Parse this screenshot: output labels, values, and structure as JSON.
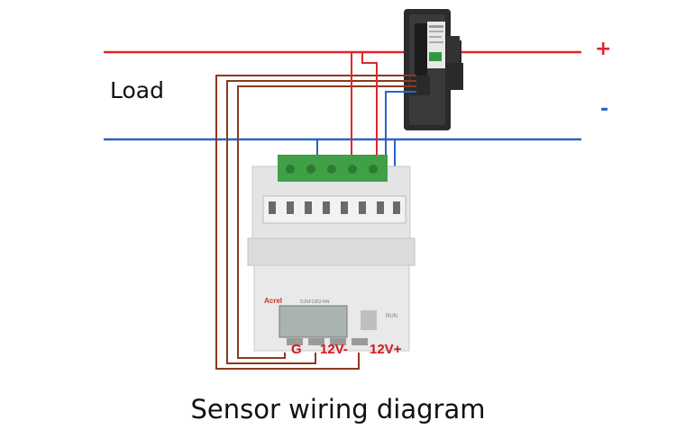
{
  "labels": {
    "load": "Load",
    "plus": "+",
    "minus": "-",
    "ground": "G",
    "v12_minus": "12V-",
    "v12_plus": "12V+"
  },
  "device": {
    "brand": "Acrel",
    "model": "DJSF1352-RN",
    "run": "RUN"
  },
  "caption": "Sensor wiring diagram",
  "colors": {
    "positive_line": "#e0262a",
    "negative_line": "#2a63c8",
    "signal_wire": "#8b3a1e",
    "terminal_green": "#3fa046",
    "label_red": "#d4161c"
  }
}
